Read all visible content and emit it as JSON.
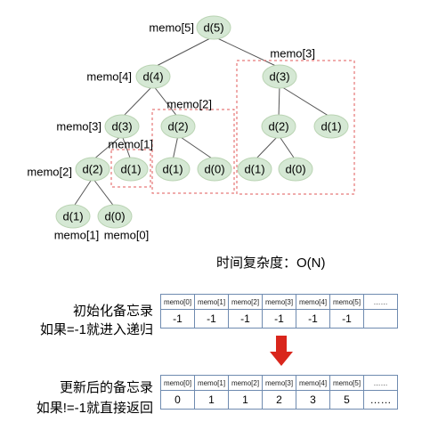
{
  "tree": {
    "nodes": [
      {
        "id": "d5",
        "label": "d(5)",
        "memo": "memo[5]"
      },
      {
        "id": "d4",
        "label": "d(4)",
        "memo": "memo[4]"
      },
      {
        "id": "d3a",
        "label": "d(3)",
        "memo": "memo[3]"
      },
      {
        "id": "d2a",
        "label": "d(2)",
        "memo": "memo[2]"
      },
      {
        "id": "d3b",
        "label": "d(3)",
        "memo": "memo[3]"
      },
      {
        "id": "d2b",
        "label": "d(2)",
        "memo": "memo[2]"
      },
      {
        "id": "d1a",
        "label": "d(1)",
        "memo": "memo[1]"
      },
      {
        "id": "d1b",
        "label": "d(1)",
        "memo": "memo[1]"
      },
      {
        "id": "d0a",
        "label": "d(0)",
        "memo": "memo[0]"
      },
      {
        "id": "d1c",
        "label": "d(1)",
        "memo": ""
      },
      {
        "id": "d0b",
        "label": "d(0)",
        "memo": ""
      },
      {
        "id": "d2c",
        "label": "d(2)",
        "memo": ""
      },
      {
        "id": "d1d",
        "label": "d(1)",
        "memo": ""
      },
      {
        "id": "d1e",
        "label": "d(1)",
        "memo": ""
      },
      {
        "id": "d0c",
        "label": "d(0)",
        "memo": ""
      }
    ],
    "edges": [
      [
        "d5",
        "d4"
      ],
      [
        "d5",
        "d3b"
      ],
      [
        "d4",
        "d3a"
      ],
      [
        "d4",
        "d2b"
      ],
      [
        "d3a",
        "d2a"
      ],
      [
        "d3a",
        "d1c"
      ],
      [
        "d2a",
        "d1a"
      ],
      [
        "d2a",
        "d0a"
      ],
      [
        "d2b",
        "d1b"
      ],
      [
        "d2b",
        "d0b"
      ],
      [
        "d3b",
        "d2c"
      ],
      [
        "d3b",
        "d1d"
      ],
      [
        "d2c",
        "d1e"
      ],
      [
        "d2c",
        "d0c"
      ]
    ],
    "box_labels": [
      "memo[3]",
      "memo[2]",
      "memo[1]"
    ]
  },
  "complexity": "时间复杂度：O(N)",
  "table1": {
    "label_line1": "初始化备忘录",
    "label_line2": "如果=-1就进入递归",
    "headers": [
      "memo[0]",
      "memo[1]",
      "memo[2]",
      "memo[3]",
      "memo[4]",
      "memo[5]",
      "……"
    ],
    "values": [
      "-1",
      "-1",
      "-1",
      "-1",
      "-1",
      "-1",
      ""
    ]
  },
  "table2": {
    "label_line1": "更新后的备忘录",
    "label_line2": "如果!=-1就直接返回",
    "headers": [
      "memo[0]",
      "memo[1]",
      "memo[2]",
      "memo[3]",
      "memo[4]",
      "memo[5]",
      "……"
    ],
    "values": [
      "0",
      "1",
      "1",
      "2",
      "3",
      "5",
      "……"
    ]
  },
  "colors": {
    "node_fill": "#d5e8d4",
    "dashed_box": "#e05a5a",
    "arrow": "#d9261c",
    "table_border": "#6f8bb0"
  }
}
